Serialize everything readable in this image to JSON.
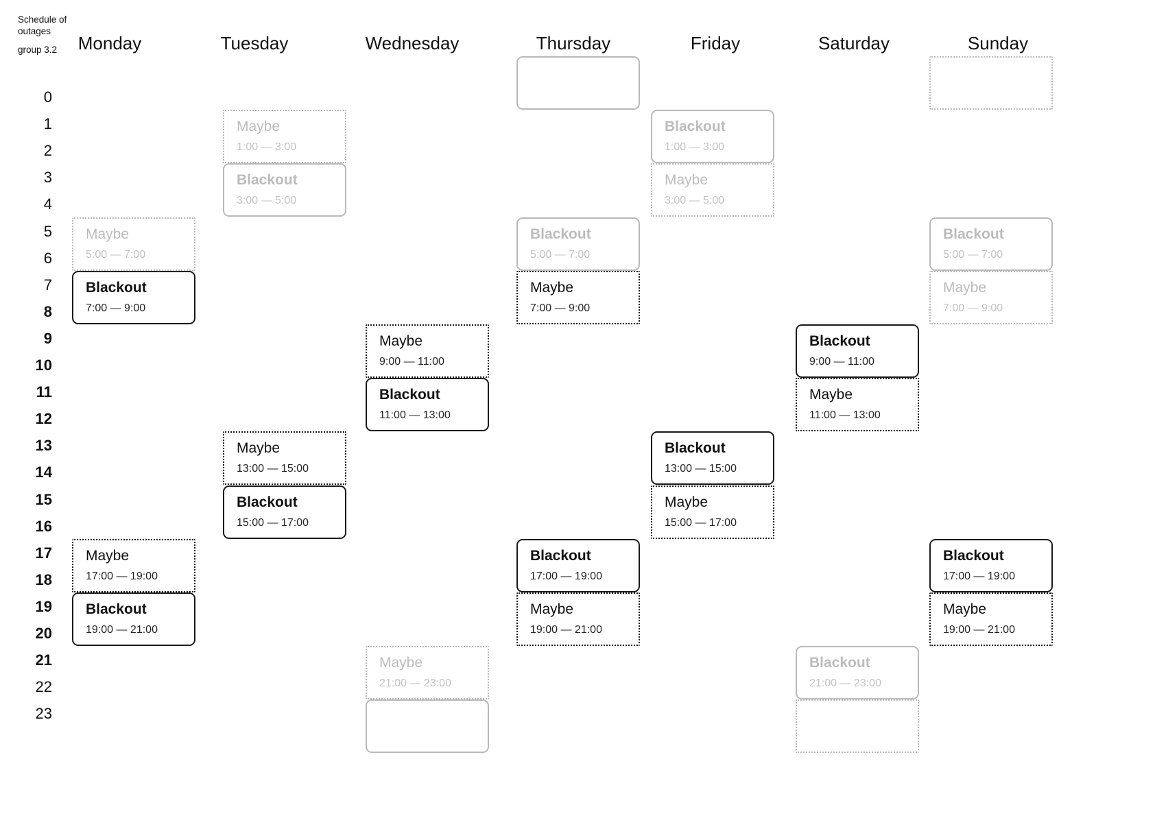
{
  "header": {
    "title": "Schedule of outages",
    "group": "group 3.2"
  },
  "labels": {
    "blackout": "Blackout",
    "maybe": "Maybe"
  },
  "days": [
    {
      "name": "Monday"
    },
    {
      "name": "Tuesday"
    },
    {
      "name": "Wednesday"
    },
    {
      "name": "Thursday"
    },
    {
      "name": "Friday"
    },
    {
      "name": "Saturday"
    },
    {
      "name": "Sunday"
    }
  ],
  "hours": [
    {
      "label": "0",
      "bold": false
    },
    {
      "label": "1",
      "bold": false
    },
    {
      "label": "2",
      "bold": false
    },
    {
      "label": "3",
      "bold": false
    },
    {
      "label": "4",
      "bold": false
    },
    {
      "label": "5",
      "bold": false
    },
    {
      "label": "6",
      "bold": false
    },
    {
      "label": "7",
      "bold": false
    },
    {
      "label": "8",
      "bold": true
    },
    {
      "label": "9",
      "bold": true
    },
    {
      "label": "10",
      "bold": true
    },
    {
      "label": "11",
      "bold": true
    },
    {
      "label": "12",
      "bold": true
    },
    {
      "label": "13",
      "bold": true
    },
    {
      "label": "14",
      "bold": true
    },
    {
      "label": "15",
      "bold": true
    },
    {
      "label": "16",
      "bold": true
    },
    {
      "label": "17",
      "bold": true
    },
    {
      "label": "18",
      "bold": true
    },
    {
      "label": "19",
      "bold": true
    },
    {
      "label": "20",
      "bold": true
    },
    {
      "label": "21",
      "bold": true
    },
    {
      "label": "22",
      "bold": false
    },
    {
      "label": "23",
      "bold": false
    }
  ],
  "colors": {
    "ink": "#111111",
    "faded": "#bcbcbc",
    "faded_border": "#b9b9b9",
    "background": "#ffffff"
  },
  "events": [
    {
      "day": 0,
      "kind": "maybe",
      "title": "Maybe",
      "time": "5:00 — 7:00",
      "start": 5,
      "end": 7,
      "faded": true,
      "empty": false
    },
    {
      "day": 0,
      "kind": "blackout",
      "title": "Blackout",
      "time": "7:00 — 9:00",
      "start": 7,
      "end": 9,
      "faded": false,
      "empty": false
    },
    {
      "day": 0,
      "kind": "maybe",
      "title": "Maybe",
      "time": "17:00 — 19:00",
      "start": 17,
      "end": 19,
      "faded": false,
      "empty": false
    },
    {
      "day": 0,
      "kind": "blackout",
      "title": "Blackout",
      "time": "19:00 — 21:00",
      "start": 19,
      "end": 21,
      "faded": false,
      "empty": false
    },
    {
      "day": 1,
      "kind": "maybe",
      "title": "Maybe",
      "time": "1:00 — 3:00",
      "start": 1,
      "end": 3,
      "faded": true,
      "empty": false
    },
    {
      "day": 1,
      "kind": "blackout",
      "title": "Blackout",
      "time": "3:00 — 5:00",
      "start": 3,
      "end": 5,
      "faded": true,
      "empty": false
    },
    {
      "day": 1,
      "kind": "maybe",
      "title": "Maybe",
      "time": "13:00 — 15:00",
      "start": 13,
      "end": 15,
      "faded": false,
      "empty": false
    },
    {
      "day": 1,
      "kind": "blackout",
      "title": "Blackout",
      "time": "15:00 — 17:00",
      "start": 15,
      "end": 17,
      "faded": false,
      "empty": false
    },
    {
      "day": 2,
      "kind": "maybe",
      "title": "Maybe",
      "time": "9:00 — 11:00",
      "start": 9,
      "end": 11,
      "faded": false,
      "empty": false
    },
    {
      "day": 2,
      "kind": "blackout",
      "title": "Blackout",
      "time": "11:00 — 13:00",
      "start": 11,
      "end": 13,
      "faded": false,
      "empty": false
    },
    {
      "day": 2,
      "kind": "maybe",
      "title": "Maybe",
      "time": "21:00 — 23:00",
      "start": 21,
      "end": 23,
      "faded": true,
      "empty": false
    },
    {
      "day": 2,
      "kind": "blackout",
      "title": "",
      "time": "",
      "start": 23,
      "end": 25,
      "faded": true,
      "empty": true
    },
    {
      "day": 3,
      "kind": "blackout",
      "title": "",
      "time": "",
      "start": -1,
      "end": 1,
      "faded": true,
      "empty": true
    },
    {
      "day": 3,
      "kind": "blackout",
      "title": "Blackout",
      "time": "5:00 — 7:00",
      "start": 5,
      "end": 7,
      "faded": true,
      "empty": false
    },
    {
      "day": 3,
      "kind": "maybe",
      "title": "Maybe",
      "time": "7:00 — 9:00",
      "start": 7,
      "end": 9,
      "faded": false,
      "empty": false
    },
    {
      "day": 3,
      "kind": "blackout",
      "title": "Blackout",
      "time": "17:00 — 19:00",
      "start": 17,
      "end": 19,
      "faded": false,
      "empty": false
    },
    {
      "day": 3,
      "kind": "maybe",
      "title": "Maybe",
      "time": "19:00 — 21:00",
      "start": 19,
      "end": 21,
      "faded": false,
      "empty": false
    },
    {
      "day": 4,
      "kind": "blackout",
      "title": "Blackout",
      "time": "1:00 — 3:00",
      "start": 1,
      "end": 3,
      "faded": true,
      "empty": false
    },
    {
      "day": 4,
      "kind": "maybe",
      "title": "Maybe",
      "time": "3:00 — 5:00",
      "start": 3,
      "end": 5,
      "faded": true,
      "empty": false
    },
    {
      "day": 4,
      "kind": "blackout",
      "title": "Blackout",
      "time": "13:00 — 15:00",
      "start": 13,
      "end": 15,
      "faded": false,
      "empty": false
    },
    {
      "day": 4,
      "kind": "maybe",
      "title": "Maybe",
      "time": "15:00 — 17:00",
      "start": 15,
      "end": 17,
      "faded": false,
      "empty": false
    },
    {
      "day": 5,
      "kind": "blackout",
      "title": "Blackout",
      "time": "9:00 — 11:00",
      "start": 9,
      "end": 11,
      "faded": false,
      "empty": false
    },
    {
      "day": 5,
      "kind": "maybe",
      "title": "Maybe",
      "time": "11:00 — 13:00",
      "start": 11,
      "end": 13,
      "faded": false,
      "empty": false
    },
    {
      "day": 5,
      "kind": "blackout",
      "title": "Blackout",
      "time": "21:00 — 23:00",
      "start": 21,
      "end": 23,
      "faded": true,
      "empty": false
    },
    {
      "day": 5,
      "kind": "maybe",
      "title": "",
      "time": "",
      "start": 23,
      "end": 25,
      "faded": true,
      "empty": true
    },
    {
      "day": 6,
      "kind": "maybe",
      "title": "",
      "time": "",
      "start": -1,
      "end": 1,
      "faded": true,
      "empty": true
    },
    {
      "day": 6,
      "kind": "blackout",
      "title": "Blackout",
      "time": "5:00 — 7:00",
      "start": 5,
      "end": 7,
      "faded": true,
      "empty": false
    },
    {
      "day": 6,
      "kind": "maybe",
      "title": "Maybe",
      "time": "7:00 — 9:00",
      "start": 7,
      "end": 9,
      "faded": true,
      "empty": false
    },
    {
      "day": 6,
      "kind": "blackout",
      "title": "Blackout",
      "time": "17:00 — 19:00",
      "start": 17,
      "end": 19,
      "faded": false,
      "empty": false
    },
    {
      "day": 6,
      "kind": "maybe",
      "title": "Maybe",
      "time": "19:00 — 21:00",
      "start": 19,
      "end": 21,
      "faded": false,
      "empty": false
    }
  ]
}
